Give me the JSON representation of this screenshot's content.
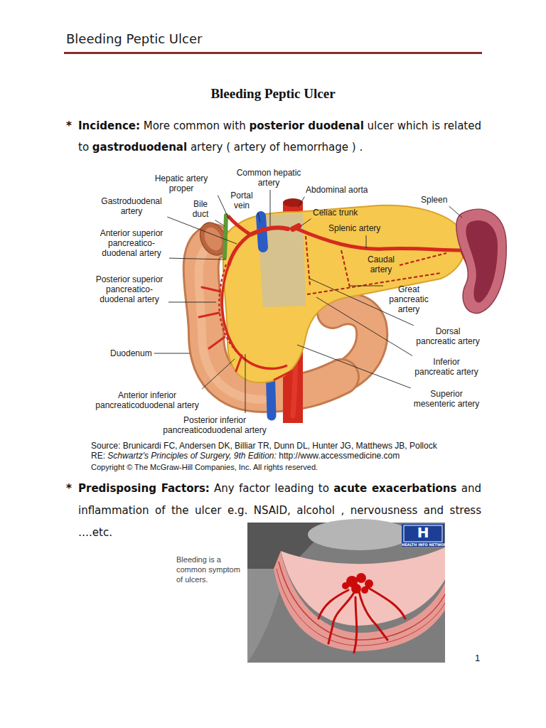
{
  "diagram": {
    "title": "Bleeding Peptic Ulcer",
    "labels": [
      "Bleeding Peptic Ulcer",
      "*",
      "Incidence:",
      "More common with",
      "posterior duodenal",
      "ulcer which is related to",
      "gastroduodenal",
      "artery ( artery of hemorrhage ) .",
      "Hepatic artery proper",
      "Common hepatic artery",
      "Abdominal aorta",
      "Spleen",
      "Gastroduodenal artery",
      "Portal vein",
      "Bile duct",
      "Celiac trunk",
      "Splenic artery",
      "Anterior superior pancreatico-duodenal artery",
      "Caudal artery",
      "Posterior superior pancreatico-duodenal artery",
      "Great pancreatic artery",
      "Dorsal pancreatic artery",
      "Duodenum",
      "Inferior pancreatic artery",
      "Anterior inferior pancreaticoduodenal artery",
      "Superior mesenteric artery",
      "Posterior inferior pancreaticoduodenal artery",
      "Source: Brunicardi FC, Andersen DK, Billiar TR, Dunn DL, Hunter JG, Matthews JB, Pollock RE:",
      "Schwartz's Principles of Surgery, 9th Edition:",
      "http://www.accessmedicine.com",
      "Copyright © The McGraw-Hill Companies, Inc. All rights reserved.",
      "*",
      "Predisposing Factors:",
      "Any factor leading to",
      "acute exacerbations",
      "and inflammation of the ulcer e.g. NSAID, alcohol , nervousness and stress ….etc.",
      "H",
      "HEALTH INFO NETWORK",
      "Bleeding is a common symptom of ulcers.",
      "1"
    ]
  }
}
